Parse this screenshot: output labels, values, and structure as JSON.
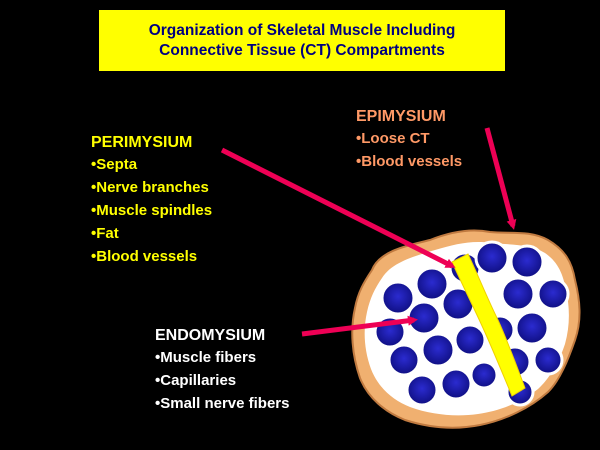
{
  "title": {
    "line1": "Organization of Skeletal Muscle Including",
    "line2": "Connective Tissue (CT) Compartments"
  },
  "perimysium": {
    "heading": "PERIMYSIUM",
    "items": [
      "•Septa",
      "•Nerve branches",
      "•Muscle spindles",
      "•Fat",
      "•Blood vessels"
    ]
  },
  "epimysium": {
    "heading": "EPIMYSIUM",
    "items": [
      "•Loose CT",
      "•Blood vessels"
    ]
  },
  "endomysium": {
    "heading": "ENDOMYSIUM",
    "items": [
      "•Muscle fibers",
      "•Capillaries",
      "•Small nerve fibers"
    ]
  },
  "colors": {
    "title_bg": "#ffff00",
    "title_text": "#000080",
    "epimysium": "#f0b070",
    "epimysium_text": "#ff9966",
    "perimysium": "#ffff00",
    "fiber_fill": "#1a1aa8",
    "fiber_rim": "#ffffff",
    "arrow": "#ee0055",
    "background": "#000000"
  },
  "icons": {
    "arrow": "arrow-icon",
    "fiber": "muscle-fiber-icon"
  }
}
